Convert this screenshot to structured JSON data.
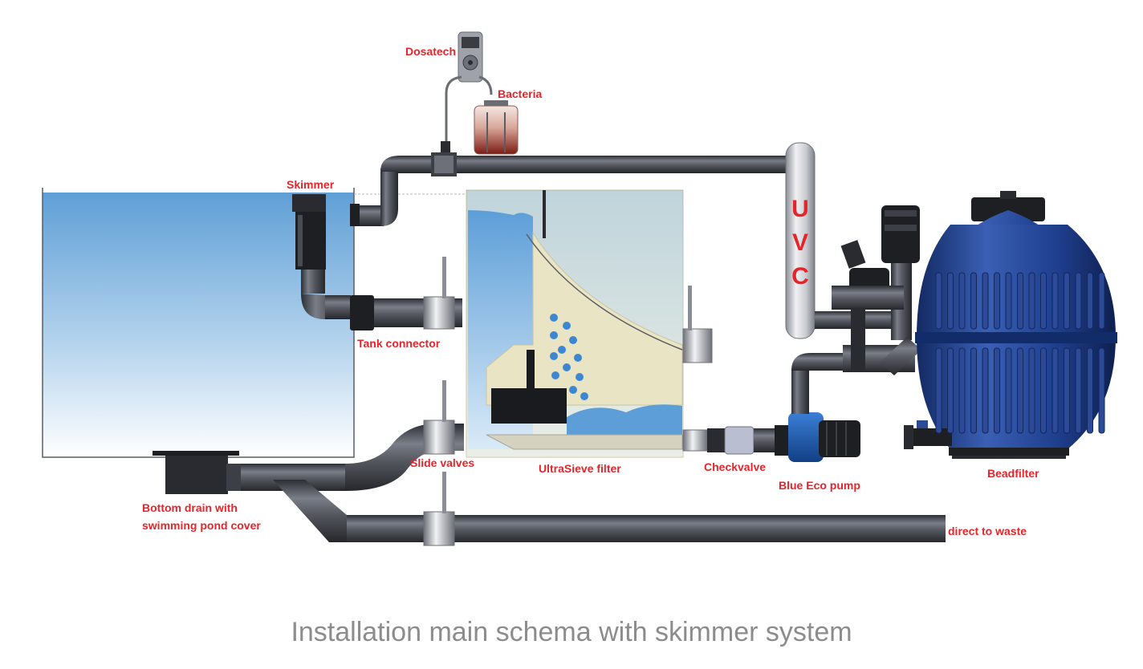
{
  "colors": {
    "label": "#e4252b",
    "caption": "#8c8c8c",
    "pipe": "#4a4d55",
    "water": "#6ba8dc",
    "pump_blue": "#1c55a8",
    "beadfilter_blue": "#1f3f8e",
    "sieve_body": "#e9e4c4"
  },
  "labels": {
    "dosatech": "Dosatech",
    "bacteria": "Bacteria",
    "skimmer": "Skimmer",
    "tank_connector": "Tank connector",
    "slide_valves": "Slide valves",
    "ultrasieve": "UltraSieve filter",
    "checkvalve": "Checkvalve",
    "pump": "Blue Eco pump",
    "beadfilter": "Beadfilter",
    "bottom_drain_line1": "Bottom drain with",
    "bottom_drain_line2": "swimming pond cover",
    "waste": "direct to waste",
    "uvc": [
      "U",
      "V",
      "C"
    ]
  },
  "caption": "Installation main schema with skimmer system"
}
